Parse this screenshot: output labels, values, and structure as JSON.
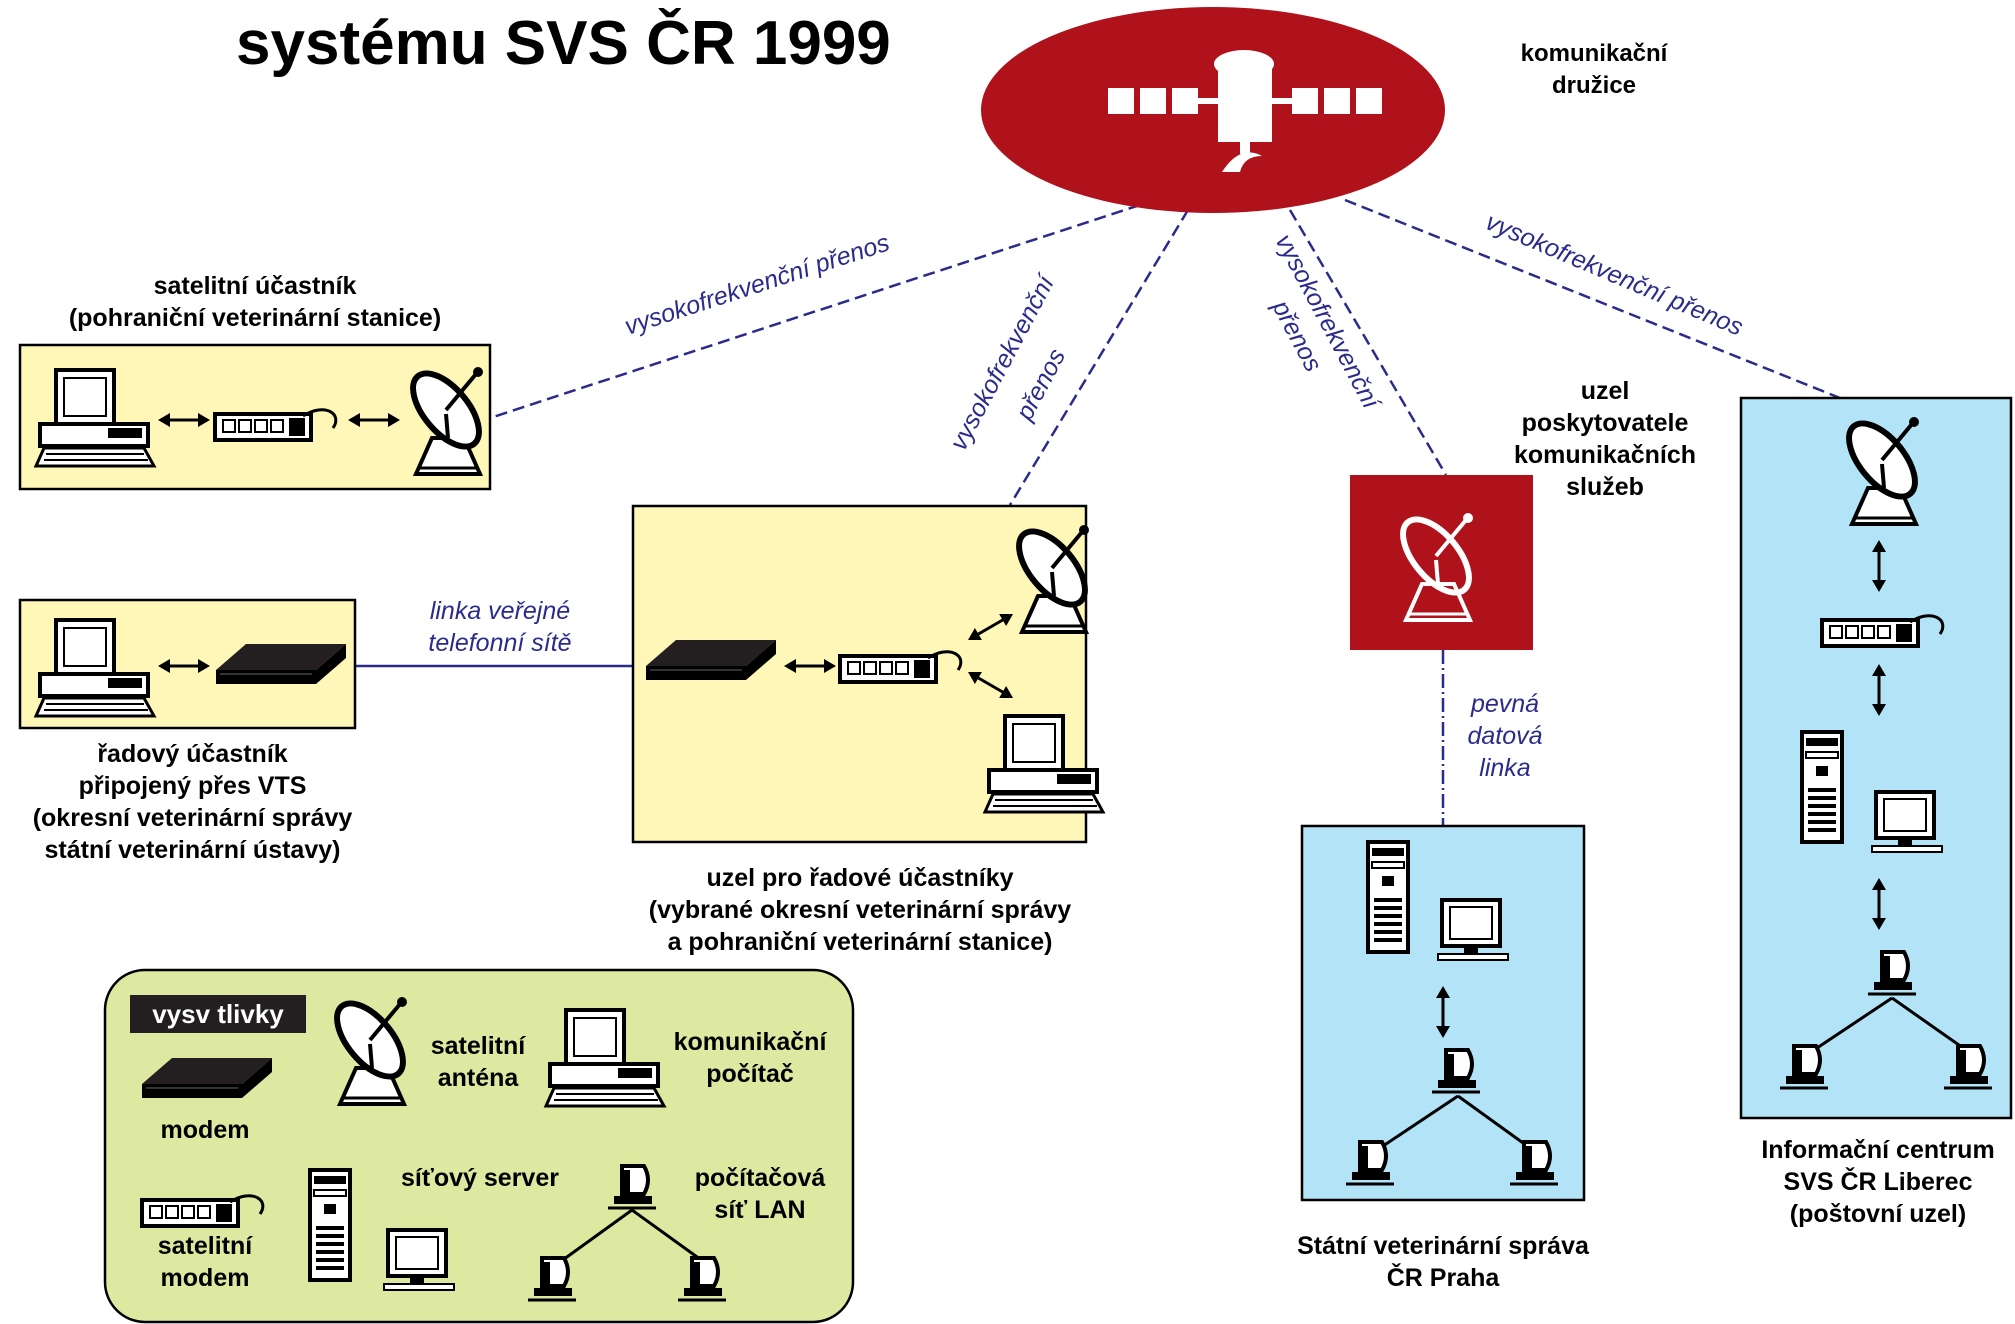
{
  "title": "systému SVS ČR 1999",
  "colors": {
    "satellite_red": "#b0121c",
    "yellow_box": "#fff7b8",
    "blue_box": "#b3e3f6",
    "legend_green": "#dde8a0",
    "link_blue": "#2b2b8c"
  },
  "icons": [
    "satellite-icon",
    "computer-icon",
    "modem-icon",
    "satellite-modem-icon",
    "dish-antenna-icon",
    "server-icon",
    "lan-icon",
    "double-arrow-icon"
  ],
  "labels": {
    "satellite_line1": "komunikační",
    "satellite_line2": "družice",
    "sat_participant_line1": "satelitní účastník",
    "sat_participant_line2": "(pohraniční veterinární stanice)",
    "ord_line1": "řadový účastník",
    "ord_line2": "připojený přes VTS",
    "ord_line3": "(okresní veterinární správy",
    "ord_line4": "státní veterinární ústavy)",
    "node_line1": "uzel pro řadové účastníky",
    "node_line2": "(vybrané okresní veterinární správy",
    "node_line3": "a pohraniční veterinární stanice)",
    "provider_line1": "uzel",
    "provider_line2": "poskytovatele",
    "provider_line3": "komunikačních",
    "provider_line4": "služeb",
    "prague_line1": "Státní veterinární správa",
    "prague_line2": "ČR Praha",
    "liberec_line1": "Informační centrum",
    "liberec_line2": "SVS ČR Liberec",
    "liberec_line3": "(poštovní uzel)"
  },
  "links": {
    "hf_transfer": "vysokofrekvenční přenos",
    "hf_line1": "vysokofrekvenční",
    "hf_line2": "přenos",
    "phone_line1": "linka veřejné",
    "phone_line2": "telefonní sítě",
    "fixed_line1": "pevná",
    "fixed_line2": "datová",
    "fixed_line3": "linka"
  },
  "legend": {
    "heading": "vysv  tlivky",
    "modem": "modem",
    "antenna_line1": "satelitní",
    "antenna_line2": "anténa",
    "comm_pc_line1": "komunikační",
    "comm_pc_line2": "počítač",
    "sat_modem_line1": "satelitní",
    "sat_modem_line2": "modem",
    "server": "síťový server",
    "lan_line1": "počítačová",
    "lan_line2": "síť LAN"
  }
}
